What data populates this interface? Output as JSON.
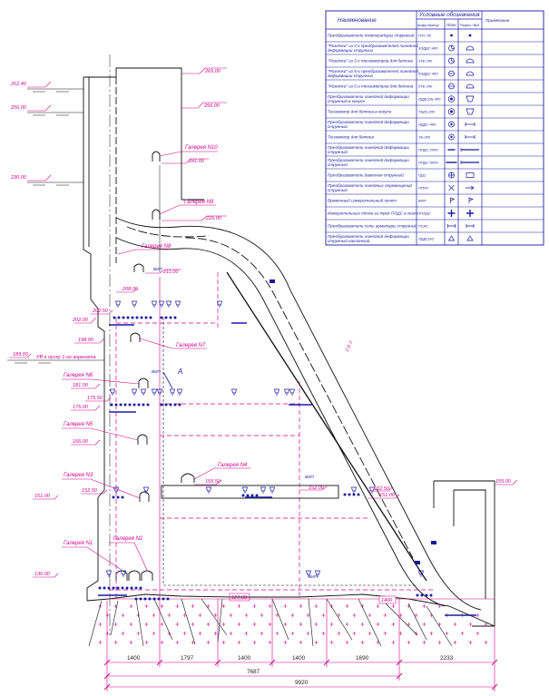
{
  "legend": {
    "header_name": "Наименование",
    "header_symbols": "Условные обозначения",
    "header_code": "Шифр образца",
    "header_plan": "План",
    "header_section": "Разрез / Вид",
    "header_note": "Примечание",
    "rows": [
      {
        "name": "Преобразователи температуры струнный",
        "code": "ПТС-60",
        "plan": "dot",
        "section": "dot"
      },
      {
        "name": "\"Розетки\" из 3-х преобразователей линейной деформации струнных",
        "code": "3ЛДДС-400",
        "plan": "clock",
        "section": "half"
      },
      {
        "name": "\"Розетки\" из 3-х тензометров для бетона",
        "code": "3ТБ-200",
        "plan": "clock",
        "section": "half"
      },
      {
        "name": "\"Розетки\" из 5-и преобразователей линейной деформации струнных",
        "code": "5ЛДДС-400",
        "plan": "theta",
        "section": "half"
      },
      {
        "name": "\"Розетки\" из 5-и тензометров для бетона",
        "code": "5ТБ-200",
        "plan": "theta",
        "section": "half"
      },
      {
        "name": "Преобразователи линейной деформации струнный в конусе",
        "code": "ЛДДС(К)-400",
        "plan": "bigcircle",
        "section": "trap"
      },
      {
        "name": "Тензометр для бетона в конусе",
        "code": "ТБ(К)-200",
        "plan": "bigcircle",
        "section": "trap"
      },
      {
        "name": "Преобразователи линейной деформации струнный",
        "code": "ЛДДС-400",
        "plan": "ring",
        "section": "bar"
      },
      {
        "name": "Тензометр для бетона",
        "code": "ТБ-200",
        "plan": "ring",
        "section": "bar"
      },
      {
        "name": "Преобразователи линейной деформации струнный",
        "code": "ПЛДС-2000",
        "plan": "dash",
        "section": "longbar"
      },
      {
        "name": "Преобразователи линейной деформации струнный",
        "code": "ПЛДС-5000",
        "plan": "longdash",
        "section": "longbar"
      },
      {
        "name": "Преобразователь давления струнный",
        "code": "ПДС",
        "plan": "cross",
        "section": "rect"
      },
      {
        "name": "Преобразователи линейных перемещений струнный",
        "code": "ППЛС",
        "plan": "x",
        "section": "arrow"
      },
      {
        "name": "Временный измерительный пункт",
        "code": "ВИП",
        "plan": "flag",
        "section": "flag"
      },
      {
        "name": "Измерительные точка из трех ПЛДС в скале",
        "code": "3ПЛДС",
        "plan": "plus",
        "section": "plus"
      },
      {
        "name": "Преобразователи силы арматуры струнный",
        "code": "ПСАС",
        "plan": "hbar",
        "section": "hbar"
      },
      {
        "name": "Преобразователи линейной деформации струнный наклонный",
        "code": "ЛДДС(Н)",
        "plan": "tri",
        "section": "tri"
      }
    ]
  },
  "elevations": [
    {
      "id": "e262",
      "text": "262.40"
    },
    {
      "id": "e265",
      "text": "265.00"
    },
    {
      "id": "e256a",
      "text": "256.00"
    },
    {
      "id": "e256b",
      "text": "256.00"
    },
    {
      "id": "e241",
      "text": "241.00"
    },
    {
      "id": "e230",
      "text": "230.00"
    },
    {
      "id": "e226",
      "text": "226.00"
    },
    {
      "id": "e211",
      "text": "211.00"
    },
    {
      "id": "e208",
      "text": "208.00"
    },
    {
      "id": "e20250",
      "text": "202.50"
    },
    {
      "id": "e202",
      "text": "202.00"
    },
    {
      "id": "e198",
      "text": "198.00"
    },
    {
      "id": "e189",
      "text": "189.00"
    },
    {
      "id": "e181",
      "text": "181.00"
    },
    {
      "id": "e17550",
      "text": "175.50"
    },
    {
      "id": "e175",
      "text": "175.00"
    },
    {
      "id": "e166",
      "text": "166.00"
    },
    {
      "id": "e15550",
      "text": "155.50"
    },
    {
      "id": "e155",
      "text": "155.00"
    },
    {
      "id": "e15250",
      "text": "152.50"
    },
    {
      "id": "e15250b",
      "text": "152.50"
    },
    {
      "id": "e152",
      "text": "152.00"
    },
    {
      "id": "e151",
      "text": "151.00"
    },
    {
      "id": "e151b",
      "text": "151.00"
    },
    {
      "id": "e130",
      "text": "130.00"
    },
    {
      "id": "e127",
      "text": "127.00"
    }
  ],
  "galleries": [
    {
      "id": "g10",
      "text": "Галерея N10"
    },
    {
      "id": "g9",
      "text": "Галерея N9"
    },
    {
      "id": "g8",
      "text": "Галерея N8"
    },
    {
      "id": "g7",
      "text": "Галерея N7"
    },
    {
      "id": "g6",
      "text": "Галерея N6"
    },
    {
      "id": "g5",
      "text": "Галерея N5"
    },
    {
      "id": "g4",
      "text": "Галерея N4"
    },
    {
      "id": "g3",
      "text": "Галерея N3"
    },
    {
      "id": "g2",
      "text": "Галерея N2"
    },
    {
      "id": "g1",
      "text": "Галерея N1"
    }
  ],
  "notes": {
    "vip": "ВИП",
    "point_a": "А",
    "slope": "1:0.7",
    "vb_note": "УВ к пуску 1-го агрегата",
    "small_dim": "1400"
  },
  "dimensions": {
    "segments": [
      "1400",
      "1797",
      "1400",
      "1400",
      "1690",
      "2233"
    ],
    "total_mid": "7687",
    "total_all": "9920"
  },
  "colors": {
    "outline": "#111111",
    "annotation": "#d4008c",
    "instrument": "#1a1aa0"
  }
}
